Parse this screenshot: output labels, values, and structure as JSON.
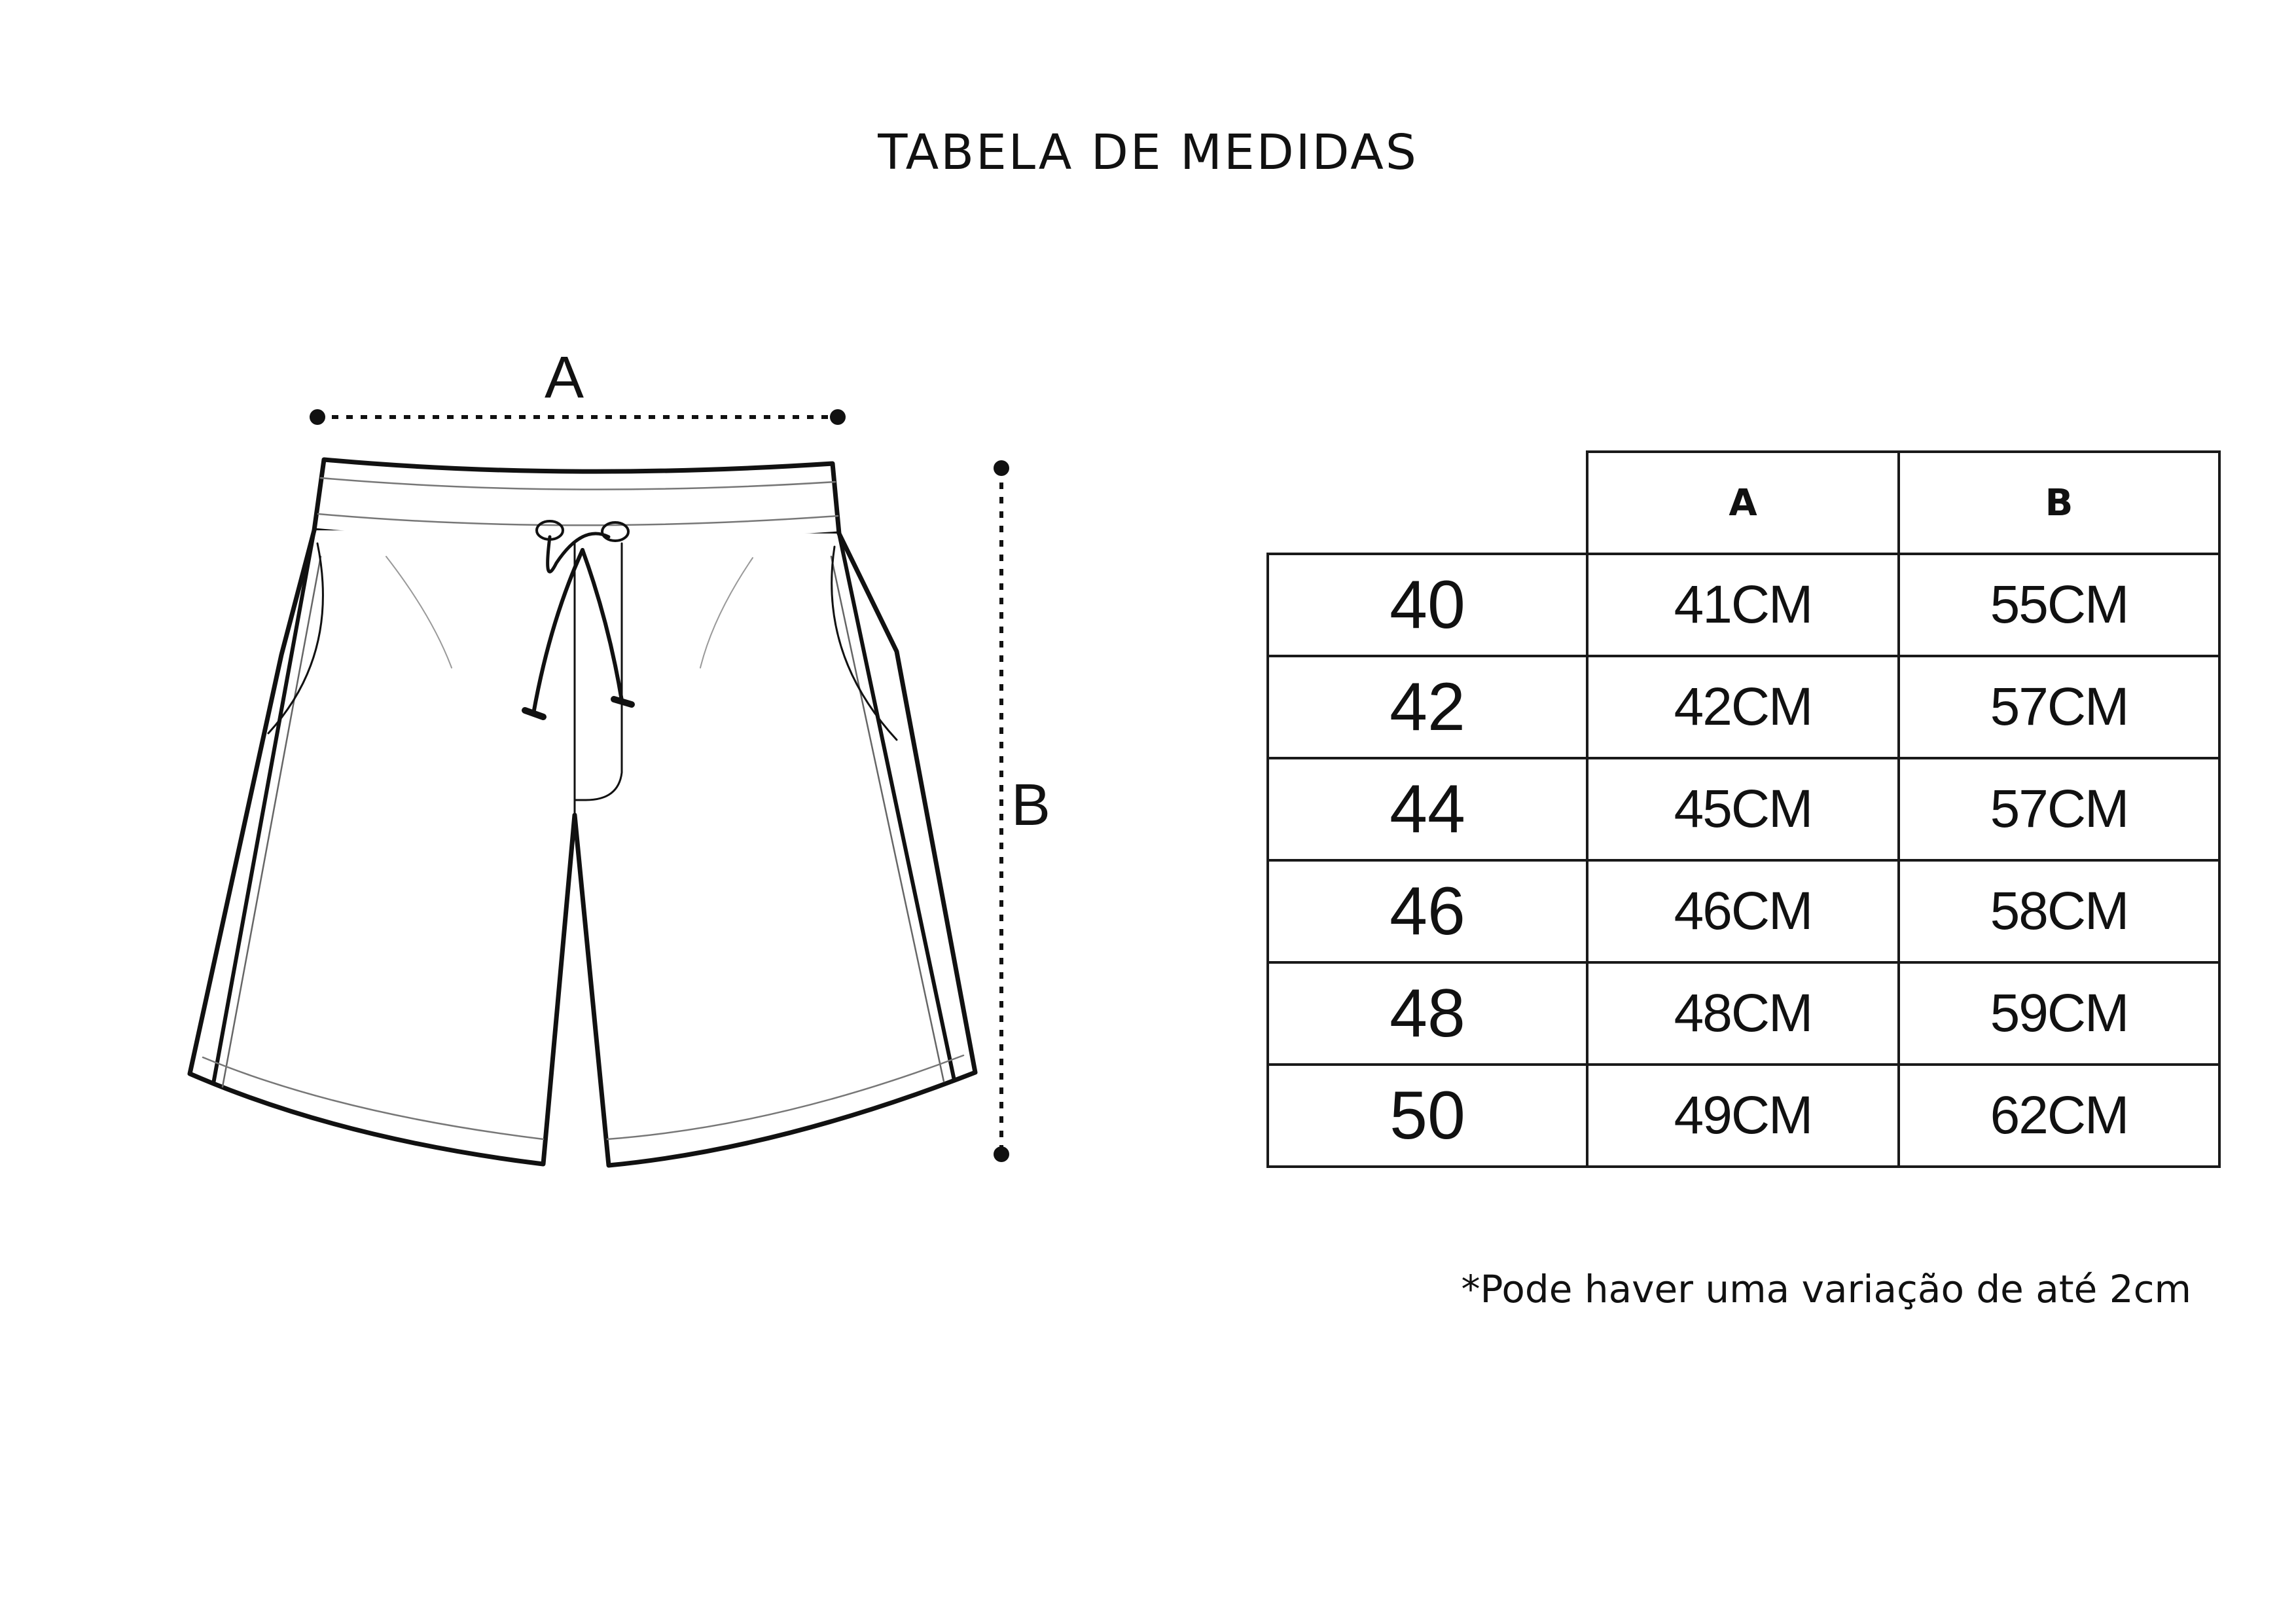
{
  "title": "TABELA DE MEDIDAS",
  "diagram": {
    "label_a": "A",
    "label_b": "B"
  },
  "table": {
    "headers": [
      "",
      "A",
      "B"
    ],
    "rows": [
      {
        "size": "40",
        "a": "41CM",
        "b": "55CM"
      },
      {
        "size": "42",
        "a": "42CM",
        "b": "57CM"
      },
      {
        "size": "44",
        "a": "45CM",
        "b": "57CM"
      },
      {
        "size": "46",
        "a": "46CM",
        "b": "58CM"
      },
      {
        "size": "48",
        "a": "48CM",
        "b": "59CM"
      },
      {
        "size": "50",
        "a": "49CM",
        "b": "62CM"
      }
    ]
  },
  "footnote": "*Pode haver uma variação de até 2cm",
  "colors": {
    "text": "#111111",
    "line": "#1a1a1a",
    "background": "#ffffff"
  }
}
